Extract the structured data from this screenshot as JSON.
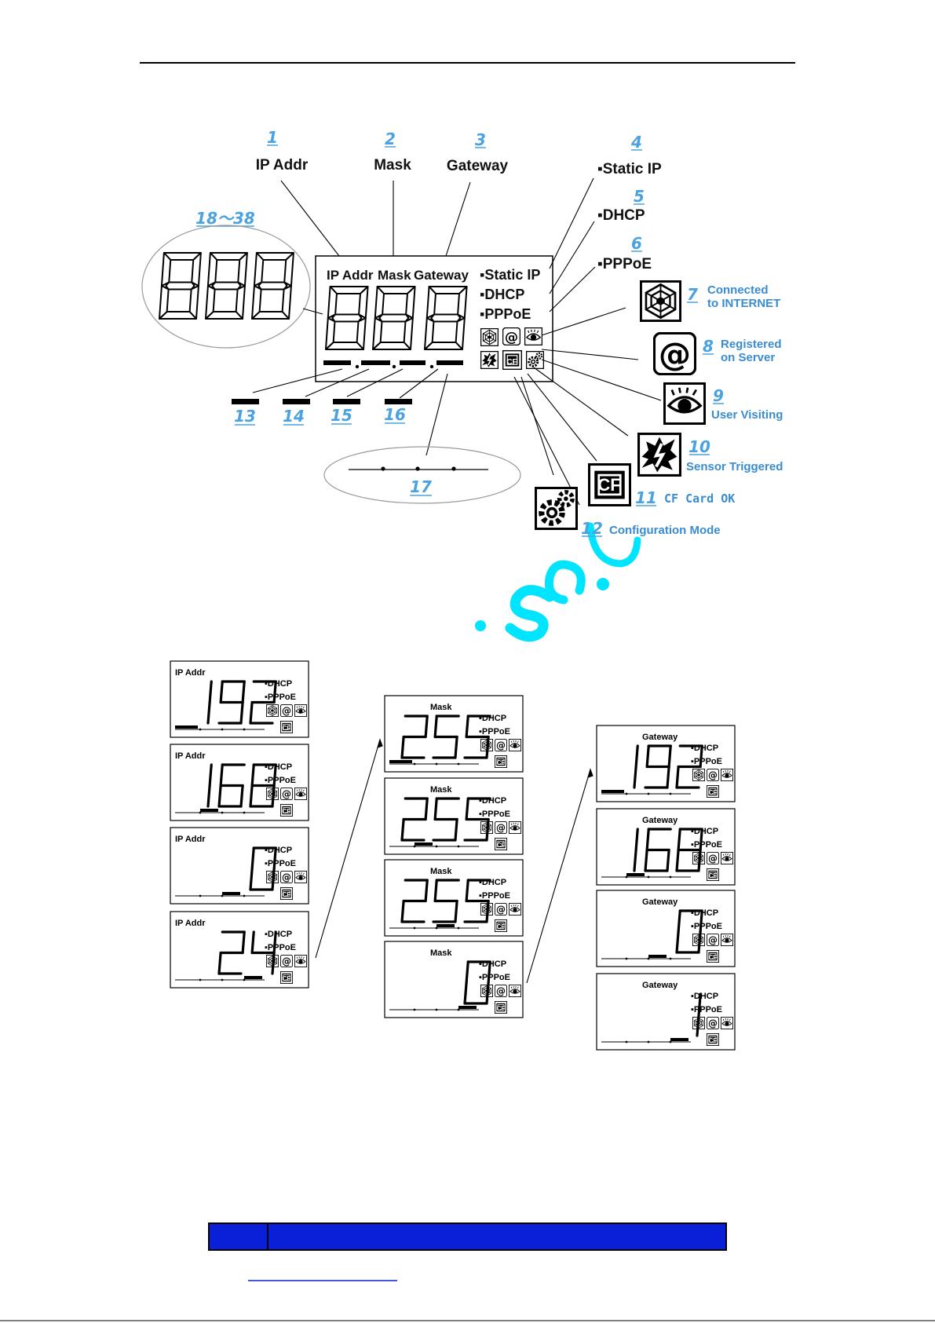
{
  "legend": {
    "n1": "1",
    "ip_addr": "IP Addr",
    "n2": "2",
    "mask": "Mask",
    "n3": "3",
    "gateway": "Gateway",
    "n4": "4",
    "static_ip": "▪Static IP",
    "n5": "5",
    "dhcp": "▪DHCP",
    "n6": "6",
    "pppoe": "▪PPPoE",
    "n7": "7",
    "connected_1": "Connected",
    "connected_2": "to INTERNET",
    "n8": "8",
    "registered_1": "Registered",
    "registered_2": "on Server",
    "n9": "9",
    "user_visiting": "User Visiting",
    "n10": "10",
    "sensor": "Sensor Triggered",
    "n11": "11",
    "cf_card": "CF Card OK",
    "n12": "12",
    "config": "Configuration Mode",
    "n13": "13",
    "n14": "14",
    "n15": "15",
    "n16": "16",
    "n17": "17",
    "n18_38": "18～38"
  },
  "lcd_main": {
    "ip_addr": "IP Addr",
    "mask": "Mask",
    "gateway": "Gateway",
    "static_ip": "▪Static IP",
    "dhcp": "▪DHCP",
    "pppoe": "▪PPPoE",
    "cf": "CF"
  },
  "sequence": {
    "dhcp": "▪DHCP",
    "pppoe": "▪PPPoE",
    "cf": "CF",
    "columns": [
      {
        "label": "IP Addr",
        "panels": [
          {
            "digits": "192",
            "active": 0
          },
          {
            "digits": "168",
            "active": 1
          },
          {
            "digits": "0",
            "active": 2
          },
          {
            "digits": "24",
            "active": 3
          }
        ]
      },
      {
        "label": "Mask",
        "panels": [
          {
            "digits": "255",
            "active": 0
          },
          {
            "digits": "255",
            "active": 1
          },
          {
            "digits": "255",
            "active": 2
          },
          {
            "digits": "0",
            "active": 3
          }
        ]
      },
      {
        "label": "Gateway",
        "panels": [
          {
            "digits": "192",
            "active": 0
          },
          {
            "digits": "168",
            "active": 1
          },
          {
            "digits": "0",
            "active": 2
          },
          {
            "digits": "1",
            "active": 3
          }
        ]
      }
    ]
  },
  "colors": {
    "accent": "#4aa3e0",
    "bar": "#0a1fd8",
    "watermark": "#00e5ff"
  }
}
